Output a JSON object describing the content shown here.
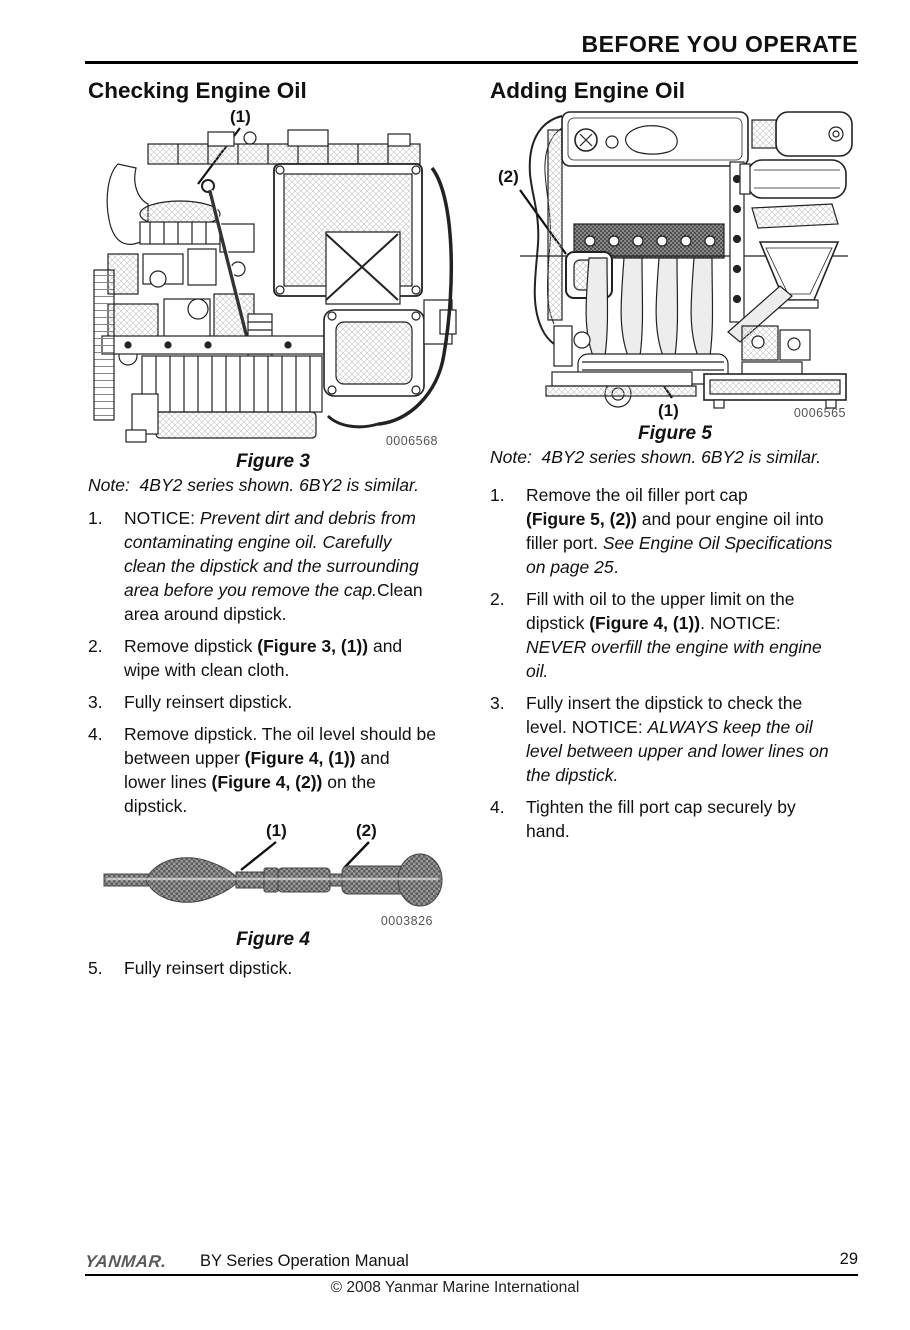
{
  "header": {
    "title": "BEFORE YOU OPERATE"
  },
  "colors": {
    "text": "#111111",
    "rule": "#000000",
    "logo_gray": "#5a5a5a",
    "code_gray": "#555555"
  },
  "left": {
    "heading": "Checking Engine Oil",
    "fig3": {
      "callout_1": "(1)",
      "code": "0006568",
      "caption": "Figure 3",
      "note": "Note:  4BY2 series shown. 6BY2 is similar."
    },
    "steps": [
      {
        "num": "1.",
        "segments": [
          {
            "t": "NOTICE: ",
            "s": "n"
          },
          {
            "t": "Prevent dirt and debris from\ncontaminating engine oil. Carefully\nclean the dipstick and the surrounding\narea before you remove the cap.",
            "s": "i"
          },
          {
            "t": "Clean\narea around dipstick.",
            "s": "n"
          }
        ]
      },
      {
        "num": "2.",
        "segments": [
          {
            "t": "Remove dipstick ",
            "s": "n"
          },
          {
            "t": "(Figure 3, (1))",
            "s": "b"
          },
          {
            "t": " and\nwipe with clean cloth.",
            "s": "n"
          }
        ]
      },
      {
        "num": "3.",
        "segments": [
          {
            "t": "Fully reinsert dipstick.",
            "s": "n"
          }
        ]
      },
      {
        "num": "4.",
        "segments": [
          {
            "t": "Remove dipstick. The oil level should be\nbetween upper ",
            "s": "n"
          },
          {
            "t": "(Figure 4, (1))",
            "s": "b"
          },
          {
            "t": " and\nlower lines ",
            "s": "n"
          },
          {
            "t": "(Figure 4, (2))",
            "s": "b"
          },
          {
            "t": " on the\ndipstick.",
            "s": "n"
          }
        ]
      },
      {
        "num": "5.",
        "segments": [
          {
            "t": "Fully reinsert dipstick.",
            "s": "n"
          }
        ]
      }
    ],
    "fig4": {
      "callout_1": "(1)",
      "callout_2": "(2)",
      "code": "0003826",
      "caption": "Figure 4"
    }
  },
  "right": {
    "heading": "Adding Engine Oil",
    "fig5": {
      "callout_1": "(1)",
      "callout_2": "(2)",
      "code": "0006565",
      "caption": "Figure 5",
      "note": "Note:  4BY2 series shown. 6BY2 is similar."
    },
    "steps": [
      {
        "num": "1.",
        "segments": [
          {
            "t": "Remove the oil filler port cap\n",
            "s": "n"
          },
          {
            "t": "(Figure 5, (2))",
            "s": "b"
          },
          {
            "t": " and pour engine oil into\nfiller port. ",
            "s": "n"
          },
          {
            "t": "See Engine Oil Specifications\non page 25",
            "s": "i"
          },
          {
            "t": ".",
            "s": "n"
          }
        ]
      },
      {
        "num": "2.",
        "segments": [
          {
            "t": "Fill with oil to the upper limit on the\ndipstick ",
            "s": "n"
          },
          {
            "t": "(Figure 4, (1))",
            "s": "b"
          },
          {
            "t": ". NOTICE:\n",
            "s": "n"
          },
          {
            "t": "NEVER overfill the engine with engine\noil.",
            "s": "i"
          }
        ]
      },
      {
        "num": "3.",
        "segments": [
          {
            "t": "Fully insert the dipstick to check the\nlevel. NOTICE: ",
            "s": "n"
          },
          {
            "t": "ALWAYS keep the oil\nlevel between upper and lower lines on\nthe dipstick.",
            "s": "i"
          }
        ]
      },
      {
        "num": "4.",
        "segments": [
          {
            "t": "Tighten the fill port cap securely by\nhand.",
            "s": "n"
          }
        ]
      }
    ]
  },
  "footer": {
    "logo": "YANMAR.",
    "manual_title": "BY Series Operation Manual",
    "page_number": "29",
    "copyright": "© 2008 Yanmar Marine International"
  }
}
